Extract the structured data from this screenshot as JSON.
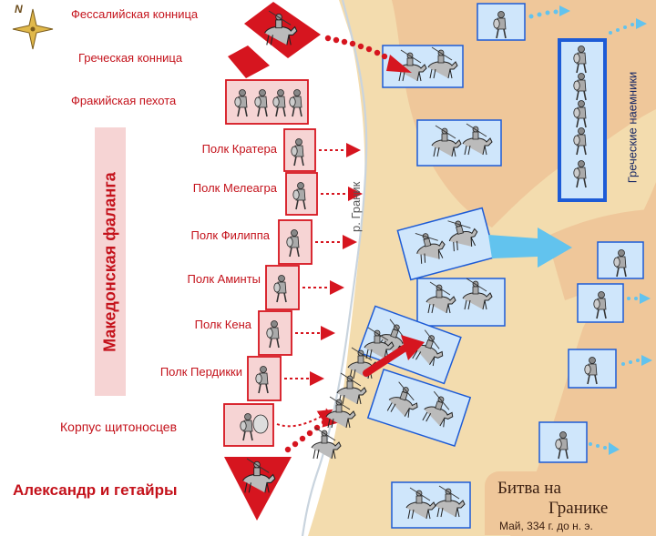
{
  "compass": {
    "label": "N"
  },
  "map_title": {
    "line1": "Битва на",
    "line2": "Гранике",
    "date": "Май, 334 г. до н. э."
  },
  "river": {
    "label": "р. Граник"
  },
  "macedonian": {
    "thessalian_cavalry": "Фессалийская конница",
    "greek_cavalry": "Греческая конница",
    "thracian_infantry": "Фракийская пехота",
    "phalanx_label": "Македонская фаланга",
    "regiments": [
      "Полк Кратера",
      "Полк Мелеагра",
      "Полк Филиппа",
      "Полк Аминты",
      "Полк Кена",
      "Полк Пердикки"
    ],
    "hypaspists": "Корпус щитоносцев",
    "companions": "Александр и гетайры"
  },
  "persian": {
    "greek_mercenaries": "Греческие наемники"
  },
  "colors": {
    "macedonian": "#d6151f",
    "persian_box": "#cfe6fb",
    "persian_border": "#1d5bd6",
    "sand": "#f3dcae",
    "river": "#c9d4de",
    "arrow_blue": "#62c3ee"
  }
}
